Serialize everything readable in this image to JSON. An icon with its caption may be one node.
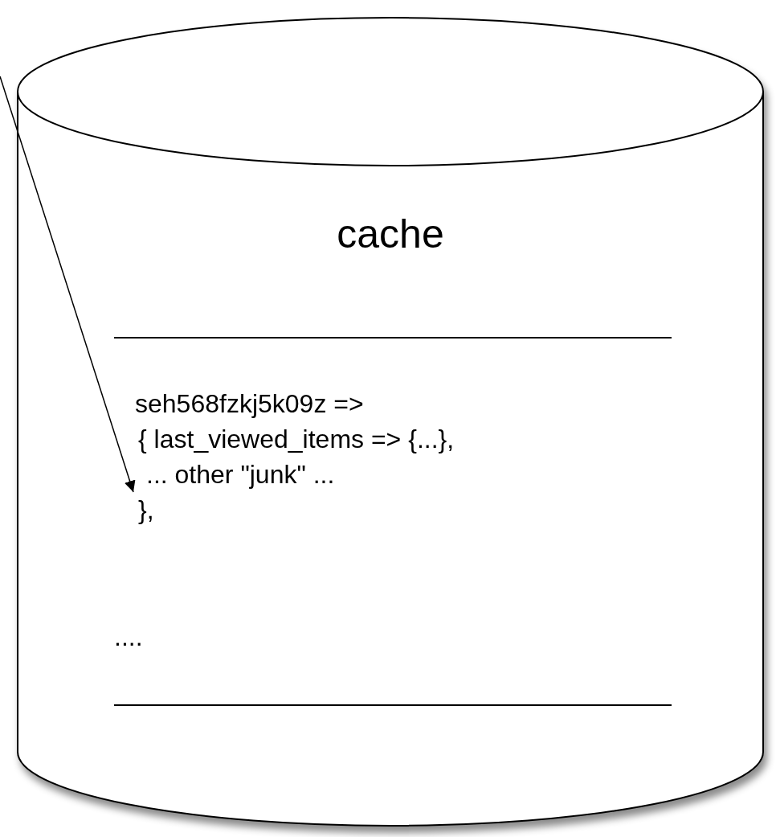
{
  "diagram": {
    "nodes": [
      {
        "text": [
          "cache",
          "...."
        ]
      },
      {
        "text": [
          "seh568fzkj5k09z =>",
          "{ last_viewed_items => {...},",
          "... other \"junk\" ...",
          "},"
        ],
        "in": 0
      }
    ],
    "edges": [
      {
        "from": null,
        "to": 1,
        "arrow": "to"
      }
    ]
  }
}
